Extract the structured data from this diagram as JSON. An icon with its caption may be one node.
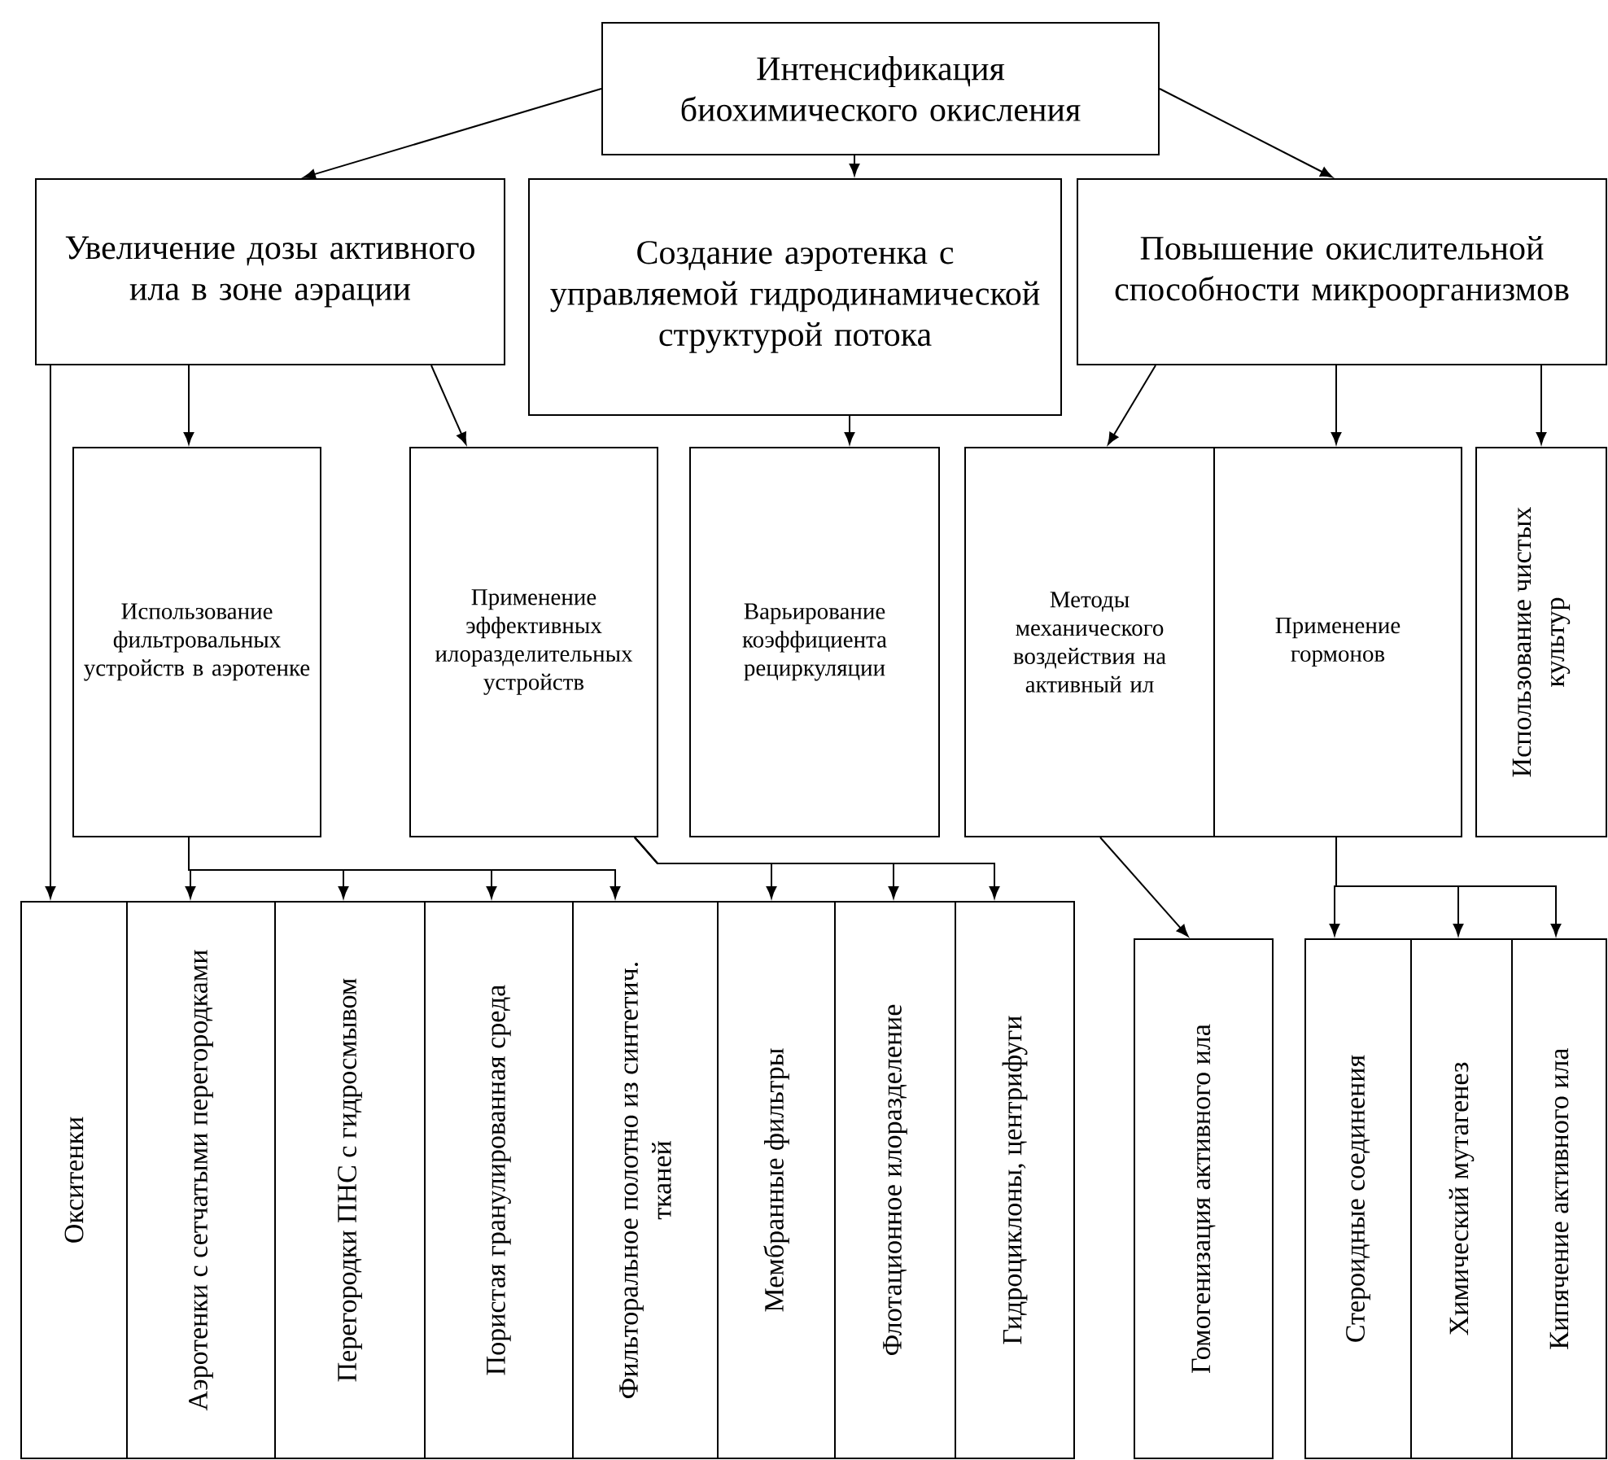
{
  "diagram": {
    "nodes": [
      {
        "text": [
          "Интенсификация биохимического окисления"
        ]
      },
      {
        "text": [
          "Увеличение дозы активного ила в зоне аэрации"
        ]
      },
      {
        "text": [
          "Создание аэротенка с управляемой гидродинамической структурой потока"
        ]
      },
      {
        "text": [
          "Повышение окислительной способности микроорганизмов"
        ]
      },
      {
        "text": [
          "Использование фильтровальных устройств в аэротенке"
        ]
      },
      {
        "text": [
          "Применение эффективных илоразделительных устройств"
        ]
      },
      {
        "text": [
          "Варьирование коэффициента рециркуляции"
        ]
      },
      {
        "text": [
          "Методы механического воздействия на активный ил"
        ]
      },
      {
        "text": [
          "Применение гормонов"
        ]
      },
      {
        "text": [
          "Использование чистых культур"
        ]
      },
      {
        "text": [
          "Окситенки"
        ]
      },
      {
        "text": [
          "Аэротенки с сетчатыми перегородками"
        ]
      },
      {
        "text": [
          "Перегородки ПНС с гидросмывом"
        ]
      },
      {
        "text": [
          "Пористая гранулированная среда"
        ]
      },
      {
        "text": [
          "Фильторальное полотно из синтетич. тканей"
        ]
      },
      {
        "text": [
          "Мембранные фильтры"
        ]
      },
      {
        "text": [
          "Флотационное илоразделение"
        ]
      },
      {
        "text": [
          "Гидроциклоны, центрифуги"
        ]
      },
      {
        "text": [
          "Гомогенизация активного ила"
        ]
      },
      {
        "text": [
          "Стероидные соединения"
        ]
      },
      {
        "text": [
          "Химический мутагенез"
        ]
      },
      {
        "text": [
          "Кипячение активного ила"
        ]
      }
    ],
    "edges": [
      {
        "from": 0,
        "to": 1,
        "arrow": "to"
      },
      {
        "from": 0,
        "to": 2,
        "arrow": "to"
      },
      {
        "from": 0,
        "to": 3,
        "arrow": "to"
      },
      {
        "from": 1,
        "to": 4,
        "arrow": "to"
      },
      {
        "from": 1,
        "to": 5,
        "arrow": "to"
      },
      {
        "from": 1,
        "to": 10,
        "arrow": "to"
      },
      {
        "from": 2,
        "to": 6,
        "arrow": "to"
      },
      {
        "from": 3,
        "to": 7,
        "arrow": "to"
      },
      {
        "from": 3,
        "to": 8,
        "arrow": "to"
      },
      {
        "from": 3,
        "to": 9,
        "arrow": "to"
      },
      {
        "from": 4,
        "to": 11,
        "arrow": "to"
      },
      {
        "from": 4,
        "to": 12,
        "arrow": "to"
      },
      {
        "from": 4,
        "to": 13,
        "arrow": "to"
      },
      {
        "from": 4,
        "to": 14,
        "arrow": "to"
      },
      {
        "from": 5,
        "to": 15,
        "arrow": "to"
      },
      {
        "from": 5,
        "to": 16,
        "arrow": "to"
      },
      {
        "from": 5,
        "to": 17,
        "arrow": "to"
      },
      {
        "from": 7,
        "to": 18,
        "arrow": "to"
      },
      {
        "from": 8,
        "to": 19,
        "arrow": "to"
      },
      {
        "from": 8,
        "to": 20,
        "arrow": "to"
      },
      {
        "from": 8,
        "to": 21,
        "arrow": "to"
      }
    ]
  }
}
